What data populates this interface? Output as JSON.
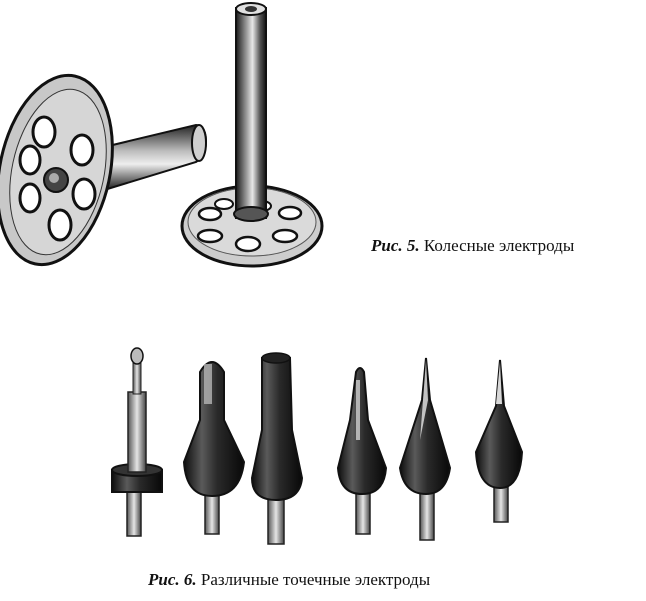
{
  "figure5": {
    "label": "Рис. 5.",
    "text": "Колесные электроды"
  },
  "figure6": {
    "label": "Рис. 6.",
    "text": "Различные точечные электроды"
  },
  "colors": {
    "ink": "#111111",
    "paper": "#ffffff",
    "metal_light": "#d9d9d9",
    "metal_dark": "#3a3a3a"
  }
}
